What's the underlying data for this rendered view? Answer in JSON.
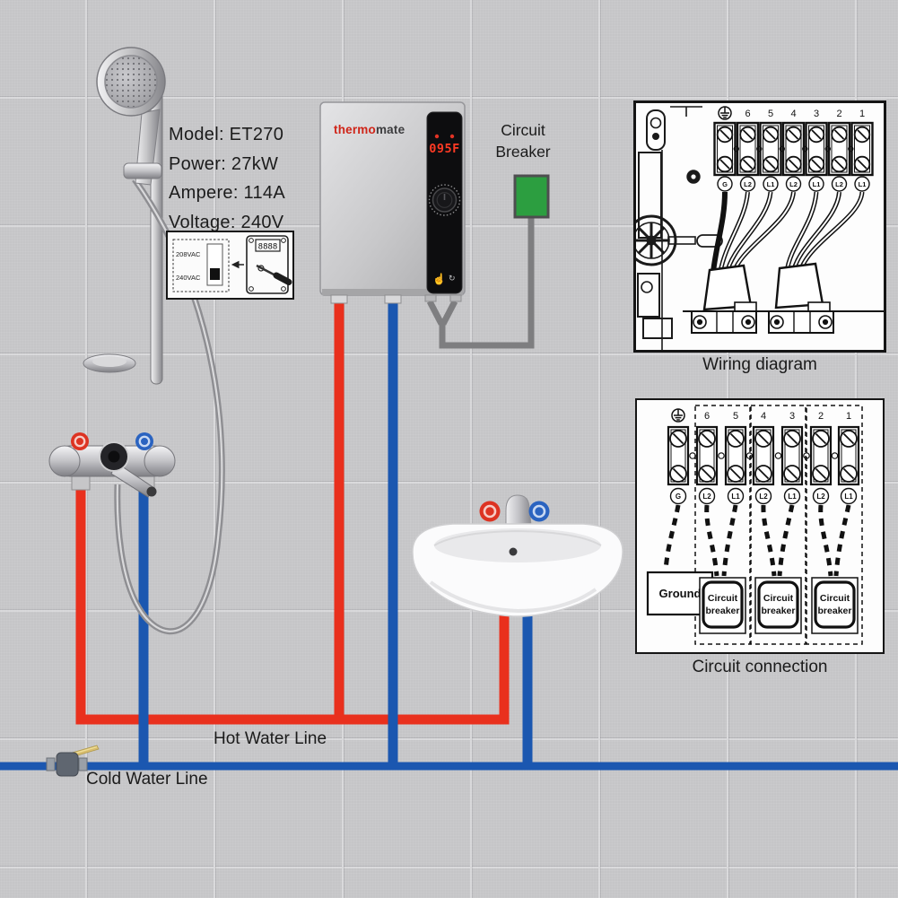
{
  "specs": {
    "model": "Model: ET270",
    "power": "Power: 27kW",
    "ampere": "Ampere: 114A",
    "voltage": "Voltage: 240V"
  },
  "heater": {
    "brand_primary": "thermo",
    "brand_secondary": "mate",
    "display_temp": "095F",
    "display_color": "#ff3a24"
  },
  "inset": {
    "option_top": "208VAC",
    "option_bottom": "240VAC",
    "display": "8888"
  },
  "circuit_breaker": {
    "label_line1": "Circuit",
    "label_line2": "Breaker",
    "color": "#2c9e40"
  },
  "wiring_diagram": {
    "caption": "Wiring diagram",
    "terminal_numbers": [
      "6",
      "5",
      "4",
      "3",
      "2",
      "1"
    ],
    "terminal_labels": [
      "G",
      "L2",
      "L1",
      "L2",
      "L1",
      "L2",
      "L1"
    ]
  },
  "circuit_connection": {
    "caption": "Circuit connection",
    "terminal_numbers": [
      "6",
      "5",
      "4",
      "3",
      "2",
      "1"
    ],
    "terminal_labels": [
      "G",
      "L2",
      "L1",
      "L2",
      "L1",
      "L2",
      "L1"
    ],
    "ground_label": "Ground",
    "breaker_label_line1": "Circuit",
    "breaker_label_line2": "breaker"
  },
  "pipes": {
    "hot_label": "Hot Water Line",
    "cold_label": "Cold Water Line",
    "hot_color": "#e9301d",
    "cold_color": "#1b57b0",
    "power_wire_color": "#7e7e80"
  }
}
